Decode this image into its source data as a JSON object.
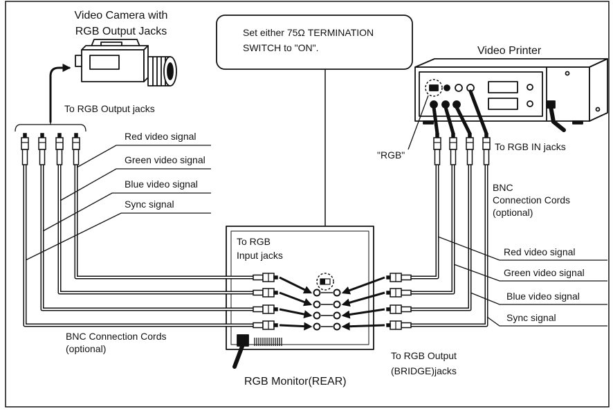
{
  "camera": {
    "title_line1": "Video Camera with",
    "title_line2": "RGB Output Jacks",
    "output_jacks_label": "To RGB Output jacks"
  },
  "callout": {
    "line1": "Set either 75Ω TERMINATION",
    "line2": "SWITCH to \"ON\"."
  },
  "printer": {
    "title": "Video Printer",
    "in_jacks_label": "To RGB IN jacks",
    "rgb_switch_label": "\"RGB\""
  },
  "left_cords": {
    "signals": [
      "Red video signal",
      "Green video signal",
      "Blue video signal",
      "Sync signal"
    ],
    "label_line1": "BNC Connection Cords",
    "label_line2": "(optional)"
  },
  "right_cords": {
    "signals": [
      "Red video signal",
      "Green video signal",
      "Blue video signal",
      "Sync signal"
    ],
    "label_line1": "BNC",
    "label_line2": "Connection Cords",
    "label_line3": "(optional)"
  },
  "monitor": {
    "input_label_line1": "To RGB",
    "input_label_line2": "Input jacks",
    "bridge_label_line1": "To RGB Output",
    "bridge_label_line2": "(BRIDGE)jacks",
    "caption": "RGB Monitor(REAR)"
  }
}
